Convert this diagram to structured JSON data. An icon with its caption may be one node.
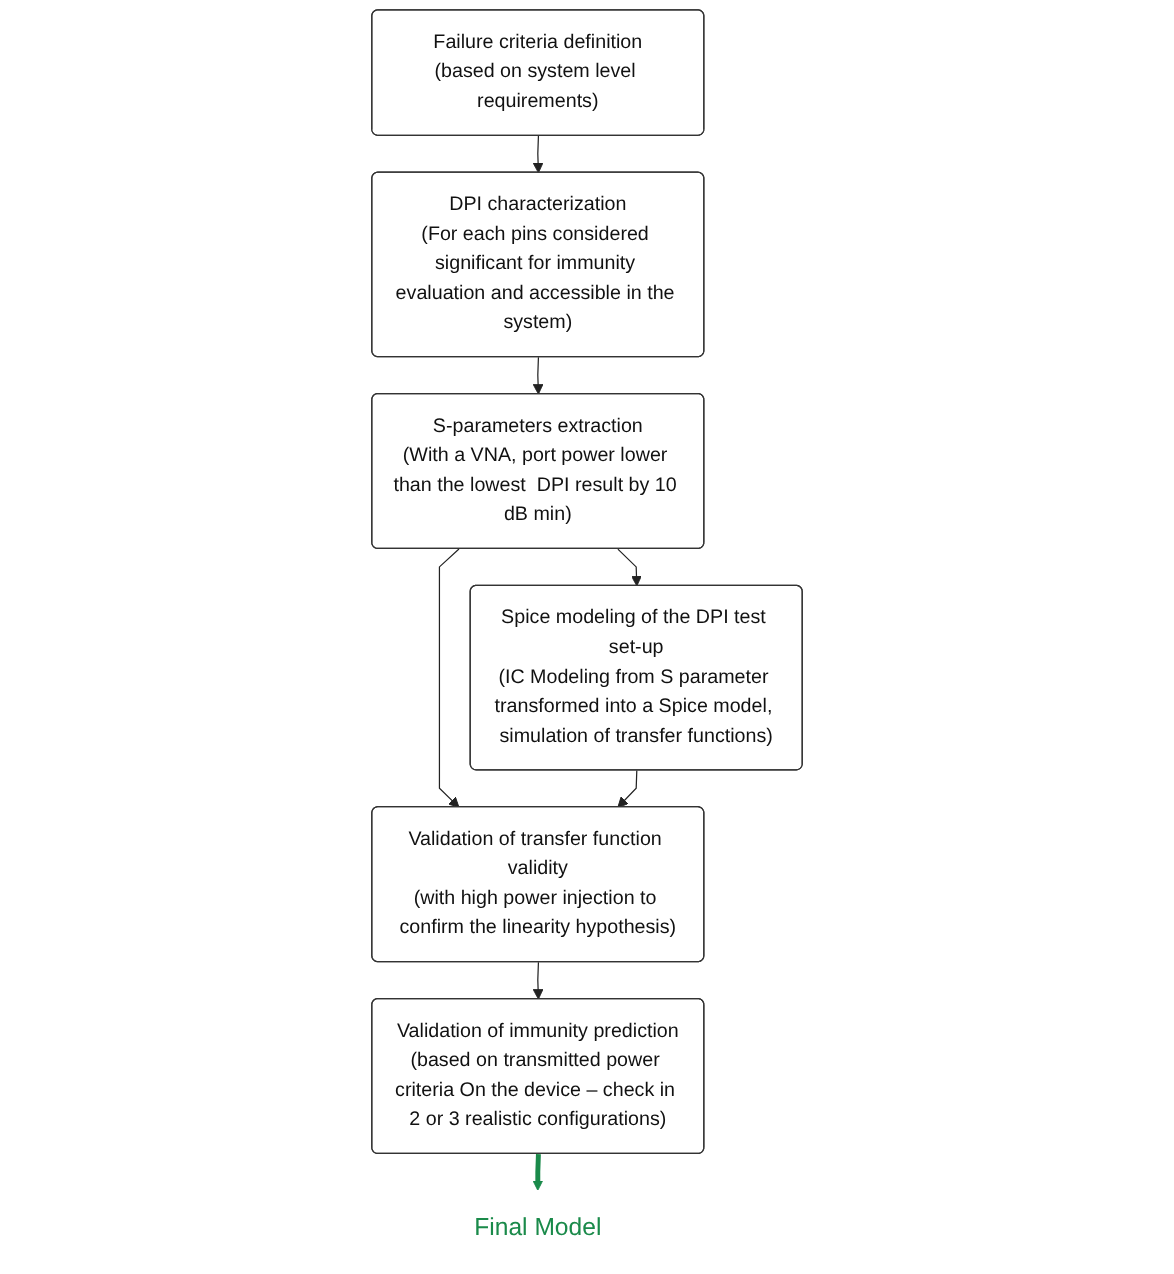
{
  "diagram": {
    "nodes": [
      {
        "text": [
          "Failure criteria definition",
          "(based on system level requirements)"
        ]
      },
      {
        "text": [
          "DPI characterization",
          "(For each pins considered significant for immunity evaluation and accessible in the system)"
        ]
      },
      {
        "text": [
          "S-parameters extraction",
          "(With a VNA, port power lower than the lowest  DPI result by 10 dB min)"
        ]
      },
      {
        "text": [
          "Spice modeling of the DPI test set-up",
          "(IC Modeling from S parameter transformed into a Spice model, simulation of transfer functions)"
        ]
      },
      {
        "text": [
          "Validation of transfer function validity",
          "(with high power injection to confirm the linearity hypothesis)"
        ]
      },
      {
        "text": [
          "Validation of immunity prediction",
          "(based on transmitted power criteria On the device – check in 2 or 3 realistic configurations)"
        ]
      },
      {
        "text": [
          "Final Model"
        ]
      }
    ],
    "edges": [
      {
        "from": 0,
        "to": 1,
        "arrow": "to"
      },
      {
        "from": 1,
        "to": 2,
        "arrow": "to"
      },
      {
        "from": 2,
        "to": 3,
        "arrow": "to"
      },
      {
        "from": 2,
        "to": 4,
        "arrow": "to"
      },
      {
        "from": 3,
        "to": 4,
        "arrow": "to"
      },
      {
        "from": 4,
        "to": 5,
        "arrow": "to"
      },
      {
        "from": 5,
        "to": 6,
        "arrow": "to",
        "style": "thick",
        "color": "#1a8a4a"
      }
    ]
  }
}
